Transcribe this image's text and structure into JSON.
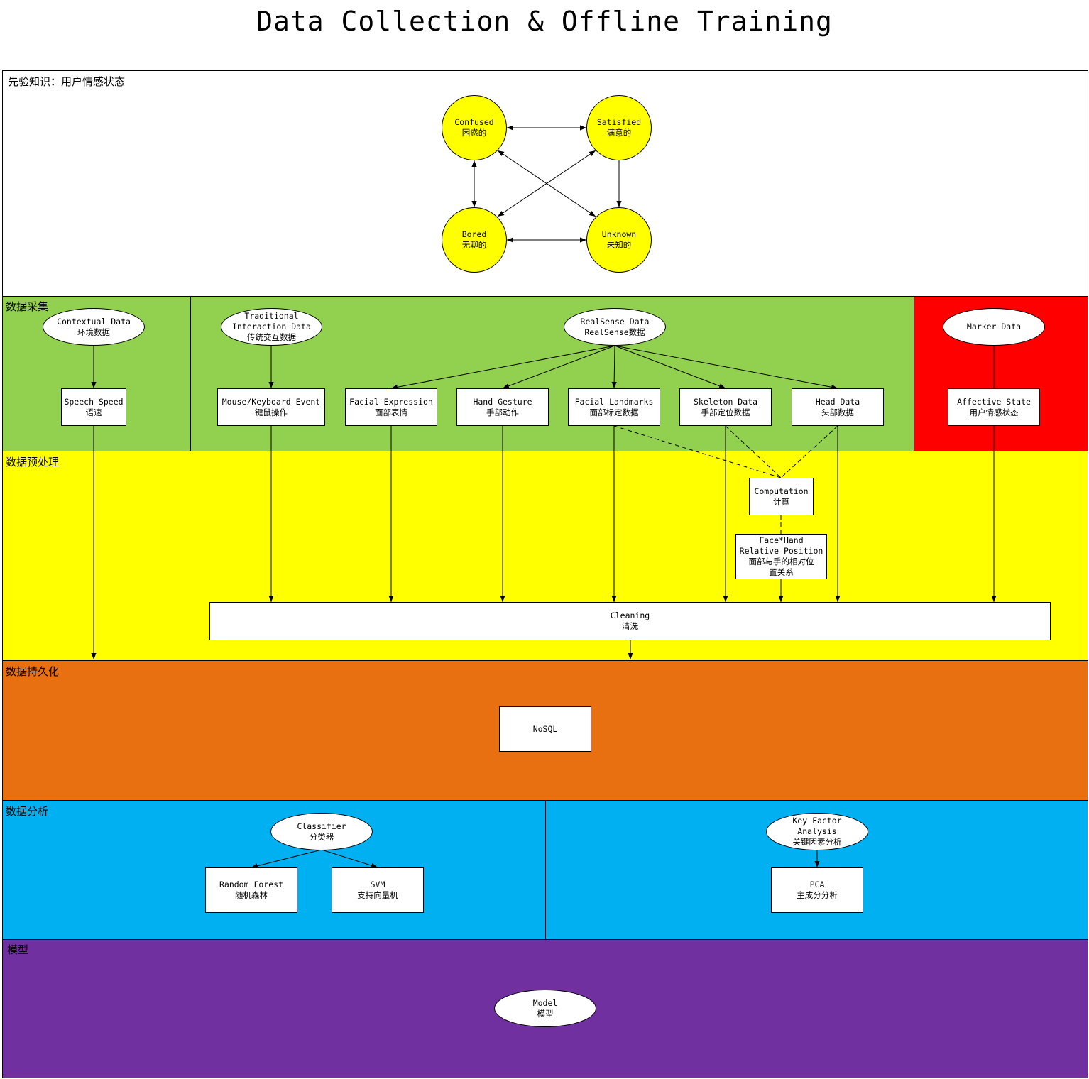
{
  "title": "Data Collection & Offline Training",
  "colors": {
    "emotion_band": "#ffffff",
    "acquisition": "#92d050",
    "marker": "#ff0000",
    "preprocess": "#ffff00",
    "persistence": "#e87011",
    "analysis": "#00b0f0",
    "model": "#7030a0",
    "state_node": "#ffff00"
  },
  "bands": {
    "prior_knowledge": "先验知识：用户情感状态",
    "acquisition": "数据采集",
    "preprocess": "数据预处理",
    "persistence": "数据持久化",
    "analysis": "数据分析",
    "model": "模型"
  },
  "states": {
    "confused": "Confused\n困惑的",
    "satisfied": "Satisfied\n满意的",
    "bored": "Bored\n无聊的",
    "unknown": "Unknown\n未知的"
  },
  "sources": {
    "contextual": "Contextual Data\n环境数据",
    "traditional": "Traditional\nInteraction Data\n传统交互数据",
    "realsense": "RealSense Data\nRealSense数据",
    "marker": "Marker Data"
  },
  "features": {
    "speech_speed": "Speech Speed\n语速",
    "mouse_keyboard": "Mouse/Keyboard Event\n键鼠操作",
    "facial_expression": "Facial Expression\n面部表情",
    "hand_gesture": "Hand Gesture\n手部动作",
    "facial_landmarks": "Facial Landmarks\n面部标定数据",
    "skeleton": "Skeleton Data\n手部定位数据",
    "head": "Head Data\n头部数据",
    "affective_state": "Affective State\n用户情感状态"
  },
  "preprocess": {
    "computation": "Computation\n计算",
    "relative_position": "Face*Hand\nRelative Position\n面部与手的相对位\n置关系",
    "cleaning": "Cleaning\n清洗"
  },
  "persistence": {
    "nosql": "NoSQL"
  },
  "analysis": {
    "classifier": "Classifier\n分类器",
    "random_forest": "Random Forest\n随机森林",
    "svm": "SVM\n支持向量机",
    "key_factor": "Key Factor\nAnalysis\n关键因素分析",
    "pca": "PCA\n主成分分析"
  },
  "model": {
    "model": "Model\n模型"
  }
}
